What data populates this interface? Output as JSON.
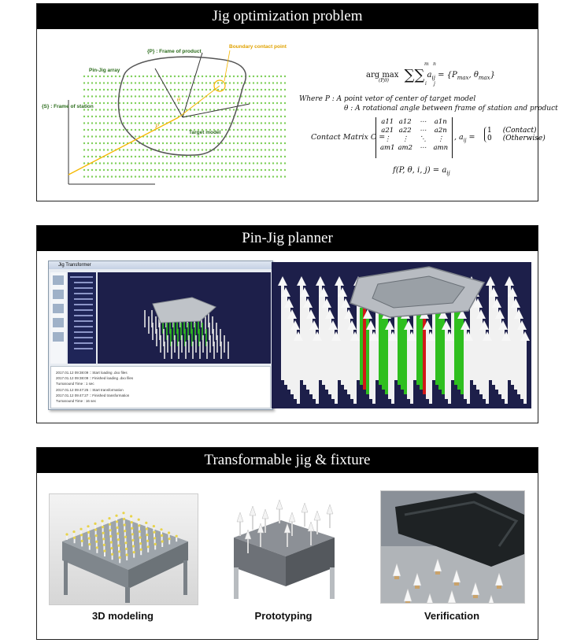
{
  "panels": {
    "optimization": {
      "title": "Jig optimization problem",
      "labels": {
        "frame_product": "{P} : Frame of product",
        "boundary_contact": "Boundary contact point",
        "pin_jig_array": "Pin-Jig array",
        "frame_station": "{S} : Frame of station",
        "target_model": "Target model",
        "p_vec": "P",
        "theta": "θ"
      },
      "equations": {
        "argmax_prefix": "arg max",
        "argmax_sub": "(P,θ)",
        "argmax_body": "a",
        "argmax_rhs": "= {P",
        "argmax_rhs2": "max",
        "argmax_rhs3": ", θ",
        "argmax_rhs4": "max",
        "argmax_rhs5": "}",
        "sum_m": "m",
        "sum_n": "n",
        "sum_i": "i",
        "sum_j": "j",
        "sub_ij": "ij",
        "where_line1": "Where P : A point vetor of center of target model",
        "where_line2": "θ : A rotational angle between frame of station and product",
        "contact_prefix": "Contact Matrix C =",
        "matrix_rows": [
          [
            "a11",
            "a12",
            "⋯",
            "a1n"
          ],
          [
            "a21",
            "a22",
            "⋯",
            "a2n"
          ],
          [
            "⋮",
            "⋮",
            "⋱",
            "⋮"
          ],
          [
            "am1",
            "am2",
            "⋯",
            "amn"
          ]
        ],
        "aij_eq": ", a",
        "aij_sub": "ij",
        "aij_eq2": "=",
        "case1_val": "1",
        "case1_cond": "(Contact)",
        "case2_val": "0",
        "case2_cond": "(Otherwise)",
        "function_line": "f(P, θ, i, j) = a",
        "function_sub": "ij"
      }
    },
    "planner": {
      "title": "Pin-Jig planner",
      "window_title": "Jig Transformer",
      "log_lines": [
        "2017.01.12 09:38:09 :: Start loading .dxo files",
        "2017.01.12 09:38:09 :: Finished loading .dxo files",
        "Turnaround Time : 1 sec",
        "2017.01.12 09:47:25 :: Start transformation",
        "2017.01.12 09:47:27 :: Finished transformation",
        "Turnaround Time : 16 sec"
      ]
    },
    "fixture": {
      "title": "Transformable jig & fixture",
      "captions": [
        "3D modeling",
        "Prototyping",
        "Verification"
      ]
    }
  },
  "colors": {
    "accent_yellow": "#f5b800",
    "dot_green": "#7fcf5a",
    "pin_green": "#2fbf1f",
    "pin_red": "#d11818",
    "viewport_navy": "#1d1f4a"
  }
}
